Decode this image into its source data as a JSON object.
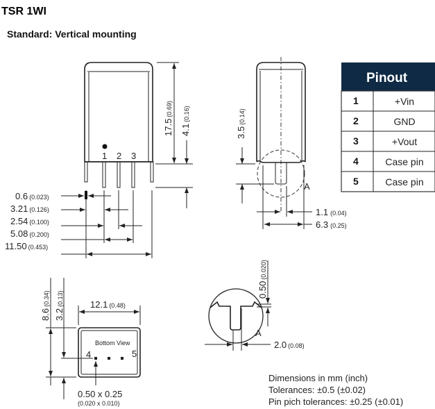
{
  "title": "TSR 1WI",
  "subtitle": "Standard: Vertical mounting",
  "front_view": {
    "pin_labels": [
      "1",
      "2",
      "3"
    ],
    "dim_height": "17.5",
    "dim_height_in": "(0.69)",
    "dim_pin_len": "4.1",
    "dim_pin_len_in": "(0.16)",
    "dims": [
      {
        "mm": "0.6",
        "in": "(0.023)"
      },
      {
        "mm": "3.21",
        "in": "(0.126)"
      },
      {
        "mm": "2.54",
        "in": "(0.100)"
      },
      {
        "mm": "5.08",
        "in": "(0.200)"
      },
      {
        "mm": "11.50",
        "in": "(0.453)"
      }
    ]
  },
  "side_view": {
    "dim_standoff": "3.5",
    "dim_standoff_in": "(0.14)",
    "detail_label": "A",
    "dim_a": "1.1",
    "dim_a_in": "(0.04)",
    "dim_b": "6.3",
    "dim_b_in": "(0.25)"
  },
  "pinout": {
    "header": "Pinout",
    "header_color": "#0f2a44",
    "rows": [
      {
        "pin": "1",
        "function": "+Vin"
      },
      {
        "pin": "2",
        "function": "GND"
      },
      {
        "pin": "3",
        "function": "+Vout"
      },
      {
        "pin": "4",
        "function": "Case pin"
      },
      {
        "pin": "5",
        "function": "Case pin"
      }
    ]
  },
  "bottom_view": {
    "label": "Bottom View",
    "pin_left": "4",
    "pin_right": "5",
    "dim_width": "12.1",
    "dim_width_in": "(0.48)",
    "dim_depth": "8.6",
    "dim_depth_in": "(0.34)",
    "dim_offset": "3.2",
    "dim_offset_in": "(0.13)",
    "pad_size": "0.50 x 0.25",
    "pad_size_in": "(0.020 x 0.010)"
  },
  "detail_a": {
    "label": "A",
    "dim_gap": "0.50",
    "dim_gap_in": "(0.020)",
    "dim_width": "2.0",
    "dim_width_in": "(0.08)"
  },
  "notes": [
    "Dimensions in mm (inch)",
    "Tolerances: ±0.5 (±0.02)",
    "Pin pich tolerances: ±0.25 (±0.01)"
  ]
}
